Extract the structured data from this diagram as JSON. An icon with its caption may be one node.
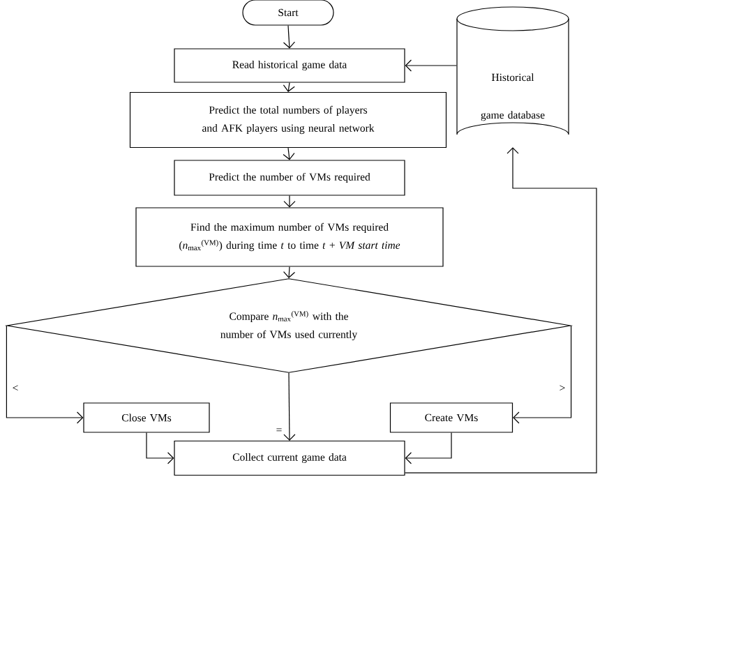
{
  "diagram": {
    "nodes": [
      {
        "text": [
          "Start"
        ]
      },
      {
        "text": [
          "Read historical game data"
        ]
      },
      {
        "text": [
          "Predict the total numbers of players and AFK players using neural network"
        ]
      },
      {
        "text": [
          "Predict the number of VMs required"
        ]
      },
      {
        "text": [
          "Find the maximum number of VMs required (*n*$_{max}$$^{(VM)}$) during time *t* to time *t* + *VM start time*"
        ]
      },
      {
        "text": [
          "Compare *n*$_{max}$$^{(VM)}$ with the number of VMs used currently"
        ]
      },
      {
        "text": [
          "Close VMs"
        ]
      },
      {
        "text": [
          "Create VMs"
        ]
      },
      {
        "text": [
          "Collect current game data"
        ]
      },
      {
        "text": [
          "Historical game database"
        ]
      }
    ],
    "edges": [
      {
        "from": 0,
        "to": 1,
        "arrow": "to"
      },
      {
        "from": 1,
        "to": 2,
        "arrow": "to"
      },
      {
        "from": 2,
        "to": 3,
        "arrow": "to"
      },
      {
        "from": 3,
        "to": 4,
        "arrow": "to"
      },
      {
        "from": 4,
        "to": 5,
        "arrow": "to"
      },
      {
        "from": 5,
        "to": 6,
        "arrow": "to",
        "label": "<"
      },
      {
        "from": 5,
        "to": 7,
        "arrow": "to",
        "label": ">"
      },
      {
        "from": 5,
        "to": 8,
        "arrow": "to",
        "label": "="
      },
      {
        "from": 6,
        "to": 8,
        "arrow": "to"
      },
      {
        "from": 7,
        "to": 8,
        "arrow": "to"
      },
      {
        "from": 9,
        "to": 1,
        "arrow": "to"
      },
      {
        "from": 8,
        "to": 9,
        "arrow": "to"
      }
    ]
  }
}
